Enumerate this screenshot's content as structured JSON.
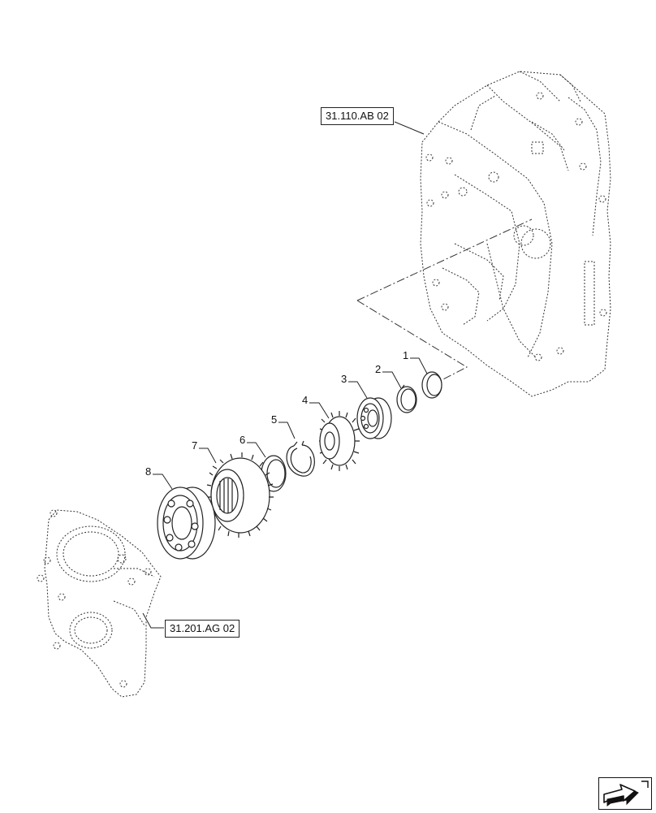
{
  "refs": {
    "housing": "31.110.AB 02",
    "cover": "31.201.AG 02"
  },
  "callouts": [
    "1",
    "2",
    "3",
    "4",
    "5",
    "6",
    "7",
    "8"
  ],
  "icons": {
    "nav": "next-page-arrow-icon"
  },
  "colors": {
    "line": "#222222",
    "background": "#ffffff"
  }
}
